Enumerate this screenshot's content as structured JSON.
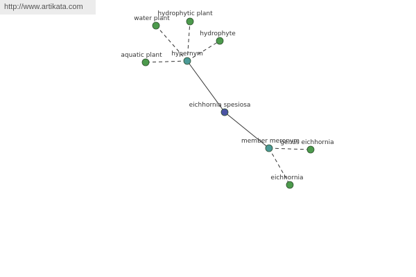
{
  "source": {
    "url": "http://www.artikata.com"
  },
  "colors": {
    "term": "#4a53a3",
    "relation": "#4c9a97",
    "word": "#4c9a4c",
    "node_stroke": "#2f4f2f",
    "edge": "#333333",
    "source_bg": "#ececec"
  },
  "nodes": [
    {
      "id": "eichhornia",
      "label": "eichhornia spesiosa",
      "kind": "term"
    },
    {
      "id": "hypernym",
      "label": "hypernym",
      "kind": "relation"
    },
    {
      "id": "meronym",
      "label": "member meronym",
      "kind": "relation"
    },
    {
      "id": "water_plant",
      "label": "water plant",
      "kind": "word"
    },
    {
      "id": "hydrophytic_plant",
      "label": "hydrophytic plant",
      "kind": "word"
    },
    {
      "id": "hydrophyte",
      "label": "hydrophyte",
      "kind": "word"
    },
    {
      "id": "aquatic_plant",
      "label": "aquatic plant",
      "kind": "word"
    },
    {
      "id": "genus_eichhornia",
      "label": "genus eichhornia",
      "kind": "word"
    },
    {
      "id": "eichhornia_genus",
      "label": "eichhornia",
      "kind": "word"
    }
  ],
  "edges": [
    {
      "from": "eichhornia",
      "to": "hypernym",
      "style": "solid"
    },
    {
      "from": "eichhornia",
      "to": "meronym",
      "style": "solid"
    },
    {
      "from": "hypernym",
      "to": "water_plant",
      "style": "dashed"
    },
    {
      "from": "hypernym",
      "to": "hydrophytic_plant",
      "style": "dashed"
    },
    {
      "from": "hypernym",
      "to": "hydrophyte",
      "style": "dashed"
    },
    {
      "from": "hypernym",
      "to": "aquatic_plant",
      "style": "dashed"
    },
    {
      "from": "meronym",
      "to": "genus_eichhornia",
      "style": "dashed"
    },
    {
      "from": "meronym",
      "to": "eichhornia_genus",
      "style": "dashed"
    }
  ]
}
